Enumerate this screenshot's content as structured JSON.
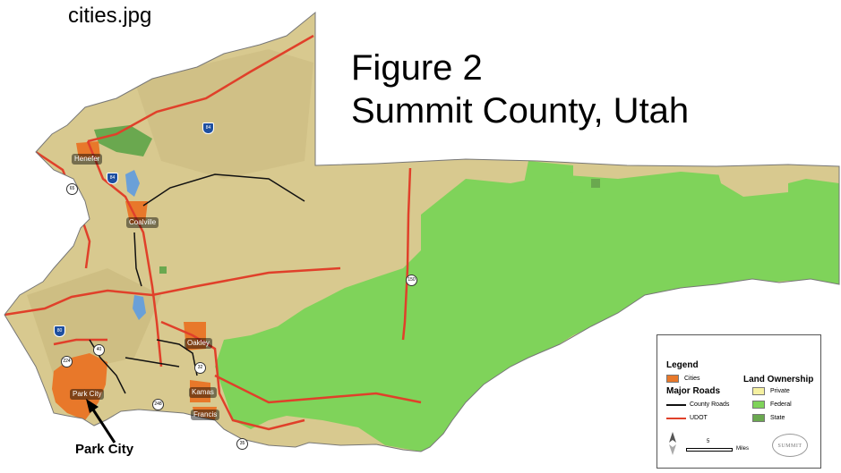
{
  "caption_top": "cities.jpg",
  "figure_title_line1": "Figure 2",
  "figure_title_line2": "Summit County, Utah",
  "callout_label": "Park City",
  "cities": [
    {
      "name": "Henefer"
    },
    {
      "name": "Coalville"
    },
    {
      "name": "Oakley"
    },
    {
      "name": "Park City"
    },
    {
      "name": "Kamas"
    },
    {
      "name": "Francis"
    }
  ],
  "route_shields": [
    "84",
    "84",
    "65",
    "150",
    "40",
    "224",
    "32",
    "248",
    "35",
    "80"
  ],
  "legend": {
    "title": "Legend",
    "cities_label": "Cities",
    "roads_heading": "Major Roads",
    "county_roads_label": "County Roads",
    "udot_label": "UDOT",
    "land_heading": "Land Ownership",
    "private_label": "Private",
    "federal_label": "Federal",
    "state_label": "State",
    "scale_value": "5",
    "scale_unit": "Miles",
    "logo_text": "SUMMIT"
  },
  "colors": {
    "private": "#d8c98f",
    "federal": "#7fd35a",
    "state": "#6aa84f",
    "cities": "#e8782a",
    "udot": "#e0402a",
    "county_roads": "#111111"
  }
}
